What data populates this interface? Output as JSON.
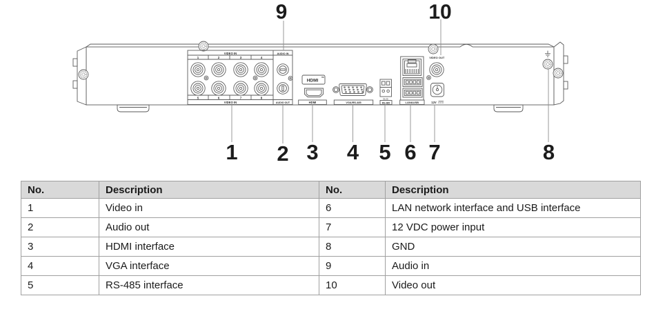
{
  "colors": {
    "line": "#5a5a5a",
    "leader": "#8f8f8f",
    "text": "#1a1a1a",
    "table_border": "#a0a0a0",
    "table_header_bg": "#d9d9d9"
  },
  "diagram": {
    "callouts": {
      "top": [
        "9",
        "10"
      ],
      "bottom": [
        "1",
        "2",
        "3",
        "4",
        "5",
        "6",
        "7",
        "8"
      ]
    },
    "panel": {
      "video_in_top": "VIDEO IN",
      "audio_in": "AUDIO IN",
      "video_in_bottom": "VIDEO IN",
      "audio_out": "AUDIO OUT",
      "bnc_top": [
        "1",
        "2",
        "3",
        "4"
      ],
      "bnc_bottom": [
        "5",
        "6",
        "7",
        "8"
      ],
      "hdmi_logo": "HDMI",
      "hdmi_tm": "TM",
      "hdmi_label": "HDMI",
      "vga_label": "VGA/RS-485",
      "rs485_pins": "D+ D-",
      "rs485_label": "RS-485",
      "lan_label": "LAN&USB",
      "video_out_label": "VIDEO OUT",
      "power_label": "12V"
    }
  },
  "table": {
    "header": {
      "no": "No.",
      "desc": "Description"
    },
    "left": [
      {
        "no": "1",
        "desc": "Video in"
      },
      {
        "no": "2",
        "desc": "Audio out"
      },
      {
        "no": "3",
        "desc": "HDMI interface"
      },
      {
        "no": "4",
        "desc": "VGA interface"
      },
      {
        "no": "5",
        "desc": "RS-485 interface"
      }
    ],
    "right": [
      {
        "no": "6",
        "desc": "LAN network interface and USB interface"
      },
      {
        "no": "7",
        "desc": "12 VDC power input"
      },
      {
        "no": "8",
        "desc": "GND"
      },
      {
        "no": "9",
        "desc": "Audio in"
      },
      {
        "no": "10",
        "desc": "Video out"
      }
    ]
  }
}
